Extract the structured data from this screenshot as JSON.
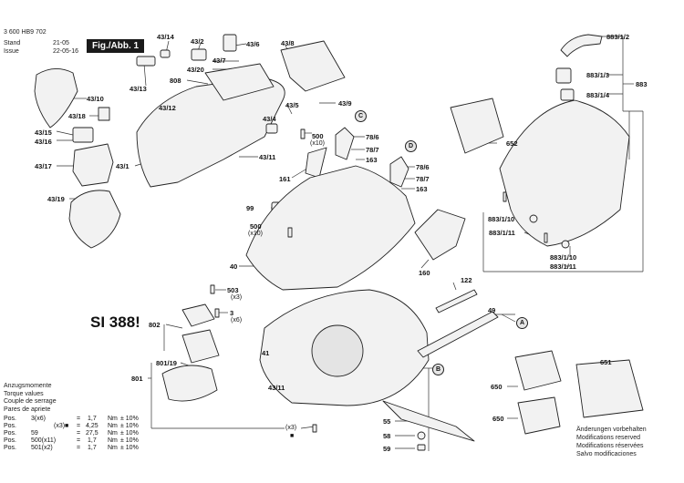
{
  "header": {
    "doc_number": "3 600 HB9 702",
    "stand_label": "Stand",
    "stand_value": "21-05",
    "issue_label": "Issue",
    "issue_value": "22-05-16",
    "fig_label": "Fig./Abb. 1"
  },
  "marker": "SI 388!",
  "labels": {
    "l43_14": "43/14",
    "l43_2": "43/2",
    "l43_6": "43/6",
    "l43_8": "43/8",
    "l43_7": "43/7",
    "l43_20": "43/20",
    "l808": "808",
    "l43_13": "43/13",
    "l43_10": "43/10",
    "l43_12": "43/12",
    "l43_18": "43/18",
    "l43_15": "43/15",
    "l43_16": "43/16",
    "l43_17": "43/17",
    "l43_19": "43/19",
    "l43_1": "43/1",
    "l43_11": "43/11",
    "l43_4": "43/4",
    "l43_5": "43/5",
    "l43_9": "43/9",
    "l500a": "500",
    "l500b": "500",
    "lC": "C",
    "lD": "D",
    "l78_6a": "78/6",
    "l78_7a": "78/7",
    "l163a": "163",
    "l78_6b": "78/6",
    "l78_7b": "78/7",
    "l163b": "163",
    "l161": "161",
    "l99": "99",
    "l40": "40",
    "l160": "160",
    "l883_1_2": "883/1/2",
    "l883_1_3": "883/1/3",
    "l883_1_4": "883/1/4",
    "l883": "883",
    "l652": "652",
    "l883_1_10a": "883/1/10",
    "l883_1_11a": "883/1/11",
    "l883_1_10b": "883/1/10",
    "l883_1_11b": "883/1/11",
    "l503": "503",
    "l3": "3",
    "l802": "802",
    "l122": "122",
    "l49": "49",
    "lA": "A",
    "l41": "41",
    "l801_19": "801/19",
    "l801": "801",
    "lB": "B",
    "l651": "651",
    "l650a": "650",
    "l650b": "650",
    "l55": "55",
    "l58": "58",
    "l59": "59"
  },
  "sublabels": {
    "x10a": "(x10)",
    "x10b": "(x10)",
    "x3a": "(x3)",
    "x6": "(x6)",
    "x3b": "(x3)"
  },
  "torque": {
    "title_de": "Anzugsmomente",
    "title_en": "Torque values",
    "title_fr": "Couple de serrage",
    "title_es": "Pares de apriete",
    "rows": [
      {
        "pos": "Pos.",
        "item": "3(x6)",
        "eq": "=",
        "val": "1,7",
        "unit": "Nm",
        "tol": "± 10%"
      },
      {
        "pos": "Pos.",
        "item": "(x3)■",
        "eq": "=",
        "val": "4,25",
        "unit": "Nm",
        "tol": "± 10%"
      },
      {
        "pos": "Pos.",
        "item": "59",
        "eq": "=",
        "val": "27,5",
        "unit": "Nm",
        "tol": "± 10%"
      },
      {
        "pos": "Pos.",
        "item": "500(x11)",
        "eq": "=",
        "val": "1,7",
        "unit": "Nm",
        "tol": "± 10%"
      },
      {
        "pos": "Pos.",
        "item": "501(x2)",
        "eq": "=",
        "val": "1,7",
        "unit": "Nm",
        "tol": "± 10%"
      }
    ]
  },
  "notes": {
    "de": "Änderungen vorbehalten",
    "en": "Modifications reserved",
    "fr": "Modifications réservées",
    "es": "Salvo modificaciones"
  }
}
